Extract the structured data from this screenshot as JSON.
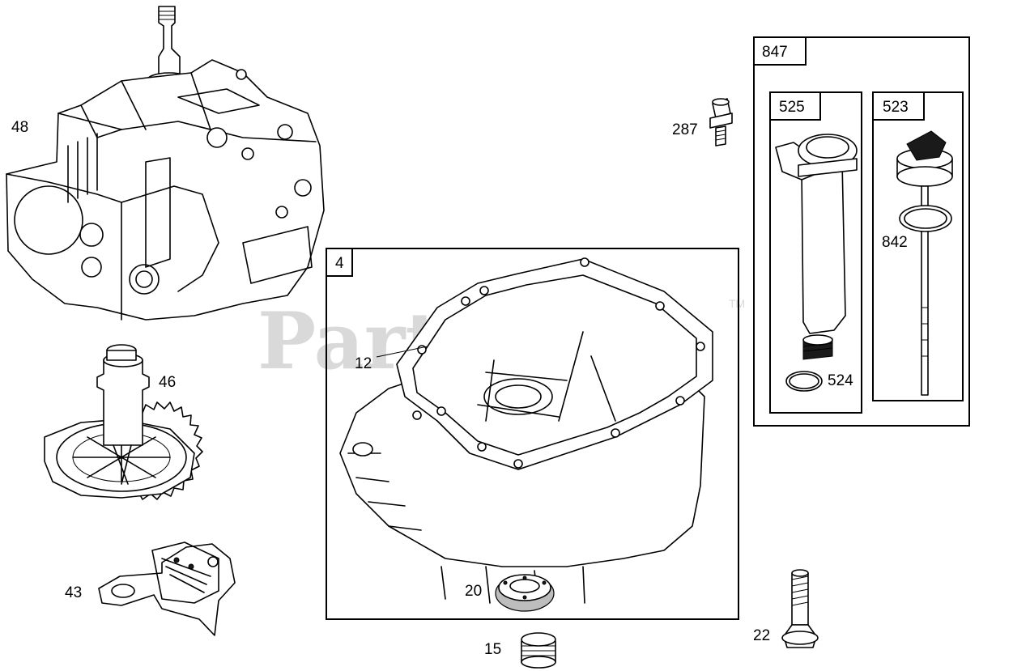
{
  "watermark": {
    "text": "PartsTree",
    "trademark": "TM"
  },
  "boxes": {
    "crankcase_cover": {
      "label": "4"
    },
    "oil_fill_kit": {
      "label": "847"
    },
    "oil_fill_tube": {
      "label": "525"
    },
    "dipstick": {
      "label": "523"
    }
  },
  "parts": {
    "cylinder": "48",
    "crankshaft_gear": "46",
    "governor_bracket": "43",
    "gasket": "12",
    "oil_seal": "20",
    "plug": "15",
    "bolt": "22",
    "screw": "287",
    "o_ring": "524",
    "dipstick_seal": "842"
  }
}
